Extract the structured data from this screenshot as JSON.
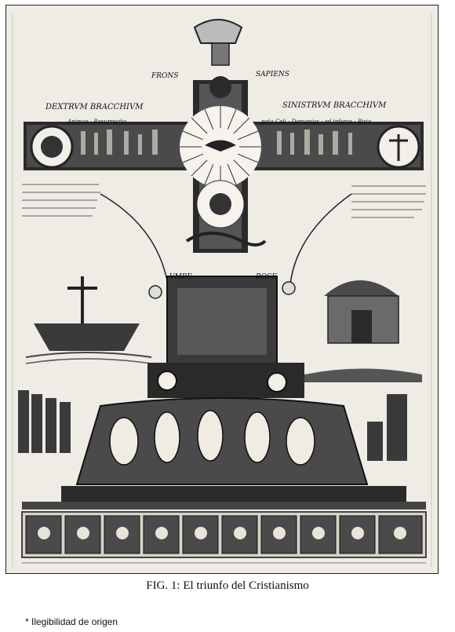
{
  "figure": {
    "engraving_text": {
      "top_center_left": "FRONS",
      "top_center_right": "SAPIENS",
      "arm_left": "DEXTRVM BRACCHIVM",
      "arm_right": "SINISTRVM BRACCHIVM",
      "subline_left": "Animae · Resurrectio",
      "subline_right": "pata Celi · Demonius · ad inferos · Bisio",
      "pillar_left": "VMBE",
      "pillar_right": "ROSE"
    },
    "caption_prefix": "FIG. 1:",
    "caption_text": "El triunfo del Cristianismo"
  },
  "note": "* Ilegibilidad de origen"
}
